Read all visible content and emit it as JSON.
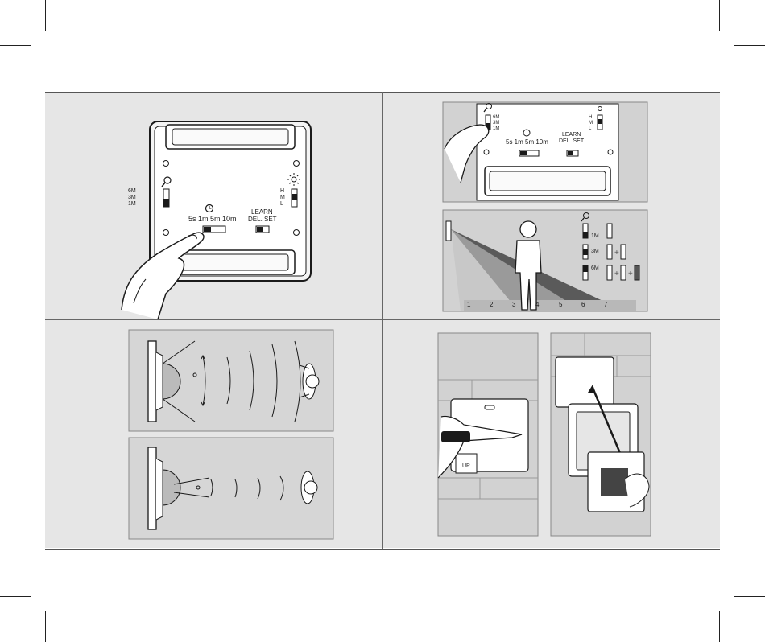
{
  "detect_range": [
    "6M",
    "3M",
    "1M"
  ],
  "light_level": [
    "H",
    "M",
    "L"
  ],
  "time_options": "5s 1m 5m 10m",
  "learn_label": "LEARN",
  "del_set_label": "DEL. SET",
  "range_scale": [
    "1",
    "2",
    "3",
    "4",
    "5",
    "6",
    "7"
  ],
  "range_settings": [
    "1M",
    "3M",
    "6M"
  ],
  "up_label": "UP",
  "colors": {
    "panel": "#e6e6e6",
    "line": "#1a1a1a",
    "beam_light": "#c8c8c8",
    "beam_mid": "#9a9a9a",
    "beam_dark": "#5a5a5a"
  }
}
